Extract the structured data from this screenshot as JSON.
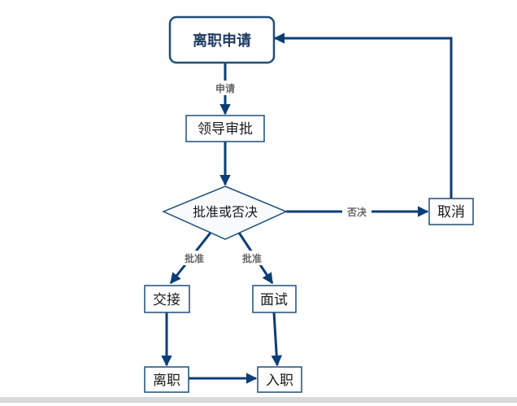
{
  "diagram": {
    "nodes": {
      "start": "离职申请",
      "leader_review": "领导审批",
      "decision": "批准或否决",
      "cancel": "取消",
      "handover": "交接",
      "interview": "面试",
      "resign": "离职",
      "onboard": "入职"
    },
    "edge_labels": {
      "apply": "申请",
      "reject": "否决",
      "approve_left": "批准",
      "approve_right": "批准"
    }
  },
  "colors": {
    "border": "#1f4e79",
    "arrow": "#0b3d78",
    "label": "#666666",
    "node_text": "#1a1a1a",
    "start_text": "#1f3b63",
    "diamond_fill": "#f8fafc"
  }
}
